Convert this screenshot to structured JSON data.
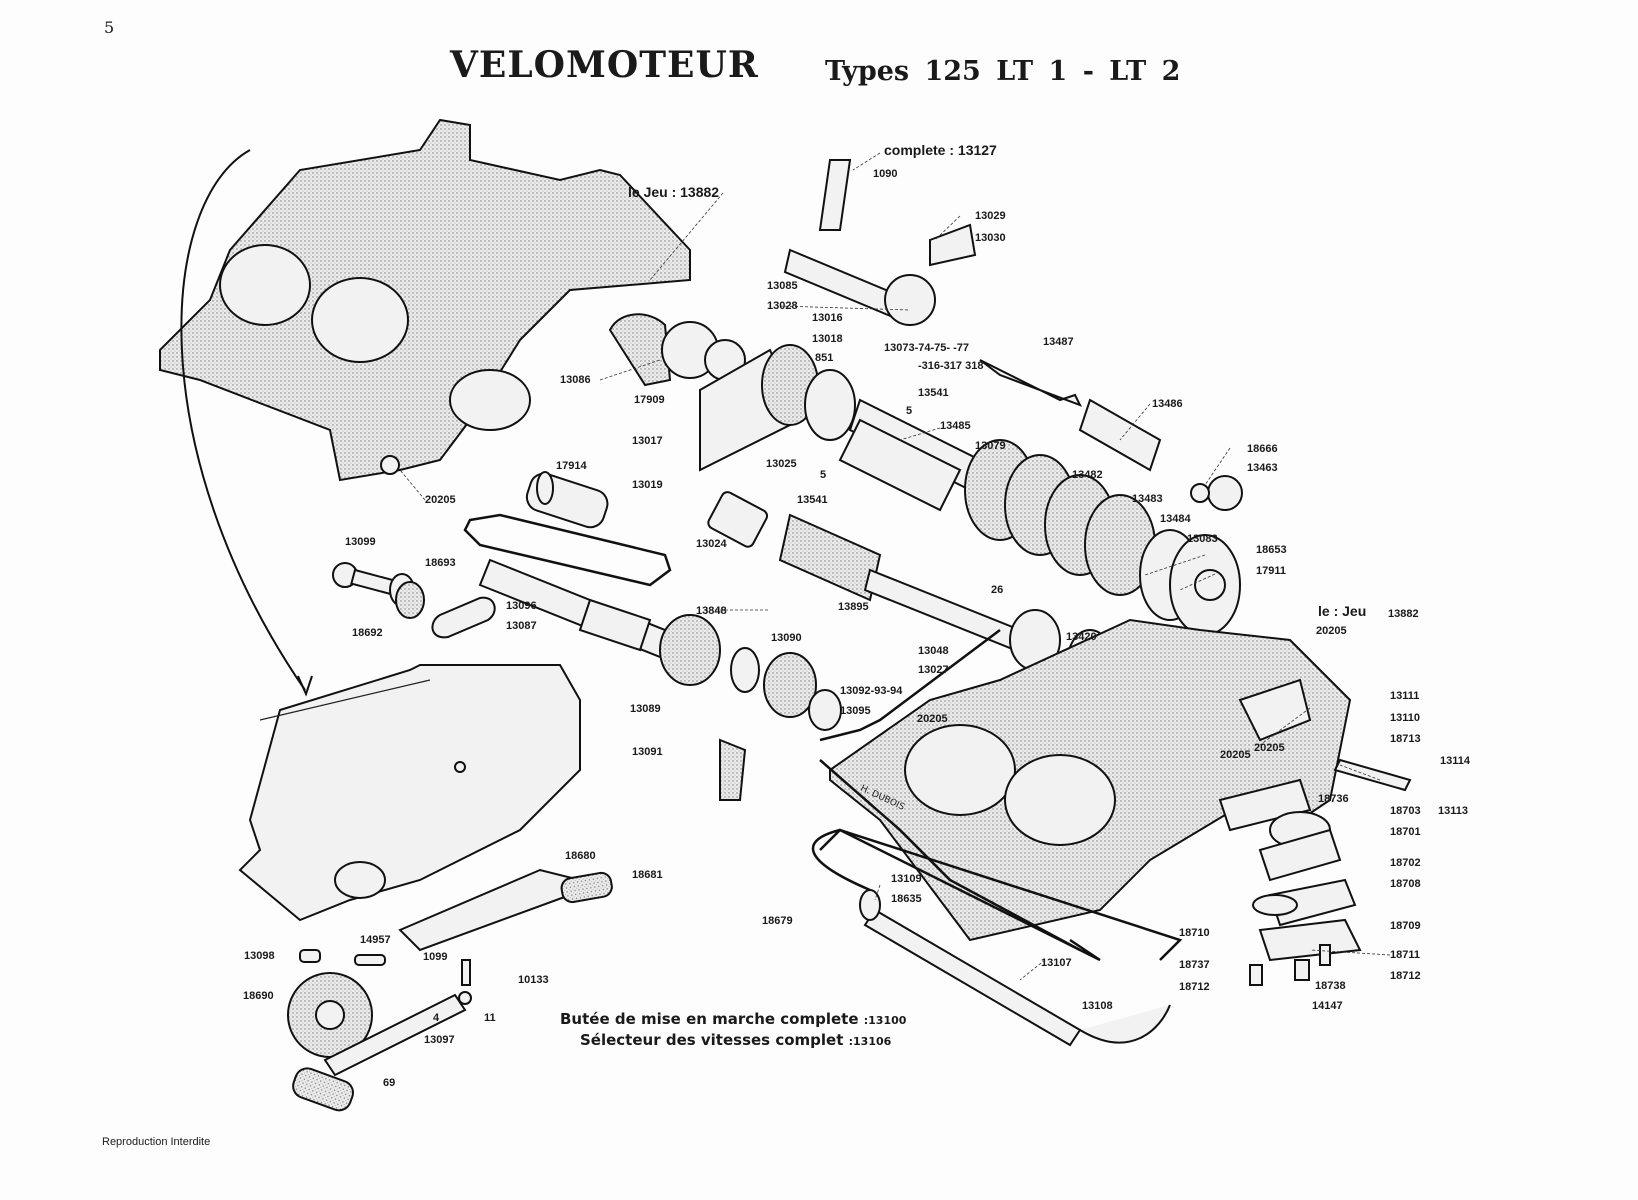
{
  "page_number": "5",
  "title": "VELOMOTEUR",
  "subtitle": "Types 125 LT 1 - LT 2",
  "footer": "Reproduction Interdite",
  "notes": [
    {
      "text": "Butée de mise en marche complete",
      "ref": ":13100"
    },
    {
      "text": "Sélecteur des vitesses complet",
      "ref": ":13106"
    }
  ],
  "callouts": [
    {
      "id": "c1",
      "text": "complete : 13127"
    },
    {
      "id": "c2",
      "text": "1090"
    },
    {
      "id": "c3",
      "text": "le Jeu : 13882"
    },
    {
      "id": "c4",
      "text": "13029"
    },
    {
      "id": "c5",
      "text": "13030"
    },
    {
      "id": "c6",
      "text": "13085"
    },
    {
      "id": "c7",
      "text": "13028"
    },
    {
      "id": "c8",
      "text": "13016"
    },
    {
      "id": "c9",
      "text": "13018"
    },
    {
      "id": "c10",
      "text": "851"
    },
    {
      "id": "c11",
      "text": "13073-74-75-   -77"
    },
    {
      "id": "c12",
      "text": "-316-317 318"
    },
    {
      "id": "c13",
      "text": "13487"
    },
    {
      "id": "c14",
      "text": "13086"
    },
    {
      "id": "c15",
      "text": "17909"
    },
    {
      "id": "c16",
      "text": "13541"
    },
    {
      "id": "c17",
      "text": "5"
    },
    {
      "id": "c18",
      "text": "13485"
    },
    {
      "id": "c19",
      "text": "13486"
    },
    {
      "id": "c20",
      "text": "13017"
    },
    {
      "id": "c21",
      "text": "13025"
    },
    {
      "id": "c22",
      "text": "13079"
    },
    {
      "id": "c23",
      "text": "18666"
    },
    {
      "id": "c24",
      "text": "13463"
    },
    {
      "id": "c25",
      "text": "13482"
    },
    {
      "id": "c26",
      "text": "17914"
    },
    {
      "id": "c27",
      "text": "13019"
    },
    {
      "id": "c28",
      "text": "5"
    },
    {
      "id": "c29",
      "text": "13541"
    },
    {
      "id": "c30",
      "text": "13483"
    },
    {
      "id": "c31",
      "text": "13484"
    },
    {
      "id": "c32",
      "text": "20205"
    },
    {
      "id": "c33",
      "text": "13024"
    },
    {
      "id": "c34",
      "text": "13083"
    },
    {
      "id": "c35",
      "text": "18653"
    },
    {
      "id": "c36",
      "text": "17911"
    },
    {
      "id": "c37",
      "text": "13099"
    },
    {
      "id": "c38",
      "text": "18693"
    },
    {
      "id": "c39",
      "text": "13895"
    },
    {
      "id": "c40",
      "text": "26"
    },
    {
      "id": "c41",
      "text": "le : Jeu"
    },
    {
      "id": "c42",
      "text": "13882"
    },
    {
      "id": "c43",
      "text": "13096"
    },
    {
      "id": "c44",
      "text": "13087"
    },
    {
      "id": "c45",
      "text": "18692"
    },
    {
      "id": "c46",
      "text": "13848"
    },
    {
      "id": "c47",
      "text": "13090"
    },
    {
      "id": "c48",
      "text": "13420"
    },
    {
      "id": "c49",
      "text": "20205"
    },
    {
      "id": "c50",
      "text": "13048"
    },
    {
      "id": "c51",
      "text": "13027"
    },
    {
      "id": "c52",
      "text": "13111"
    },
    {
      "id": "c53",
      "text": "13092-93-94"
    },
    {
      "id": "c54",
      "text": "13095"
    },
    {
      "id": "c55",
      "text": "13089"
    },
    {
      "id": "c56",
      "text": "20205"
    },
    {
      "id": "c57",
      "text": "13110"
    },
    {
      "id": "c58",
      "text": "18713"
    },
    {
      "id": "c59",
      "text": "13091"
    },
    {
      "id": "c60",
      "text": "20205"
    },
    {
      "id": "c61",
      "text": "13114"
    },
    {
      "id": "c62",
      "text": "18736"
    },
    {
      "id": "c63",
      "text": "18703"
    },
    {
      "id": "c64",
      "text": "13113"
    },
    {
      "id": "c65",
      "text": "18701"
    },
    {
      "id": "c66",
      "text": "18702"
    },
    {
      "id": "c67",
      "text": "18708"
    },
    {
      "id": "c68",
      "text": "18680"
    },
    {
      "id": "c69",
      "text": "18681"
    },
    {
      "id": "c70",
      "text": "13109"
    },
    {
      "id": "c71",
      "text": "18635"
    },
    {
      "id": "c72",
      "text": "18679"
    },
    {
      "id": "c73",
      "text": "18710"
    },
    {
      "id": "c74",
      "text": "18709"
    },
    {
      "id": "c75",
      "text": "14957"
    },
    {
      "id": "c76",
      "text": "13098"
    },
    {
      "id": "c77",
      "text": "1099"
    },
    {
      "id": "c78",
      "text": "13107"
    },
    {
      "id": "c79",
      "text": "18711"
    },
    {
      "id": "c80",
      "text": "18737"
    },
    {
      "id": "c81",
      "text": "18712"
    },
    {
      "id": "c82",
      "text": "18738"
    },
    {
      "id": "c83",
      "text": "18712"
    },
    {
      "id": "c84",
      "text": "10133"
    },
    {
      "id": "c85",
      "text": "18690"
    },
    {
      "id": "c86",
      "text": "4"
    },
    {
      "id": "c87",
      "text": "11"
    },
    {
      "id": "c88",
      "text": "14147"
    },
    {
      "id": "c89",
      "text": "13097"
    },
    {
      "id": "c90",
      "text": "13108"
    },
    {
      "id": "c91",
      "text": "69"
    },
    {
      "id": "c92",
      "text": "20205"
    }
  ],
  "signature": "H. DUBOIS"
}
